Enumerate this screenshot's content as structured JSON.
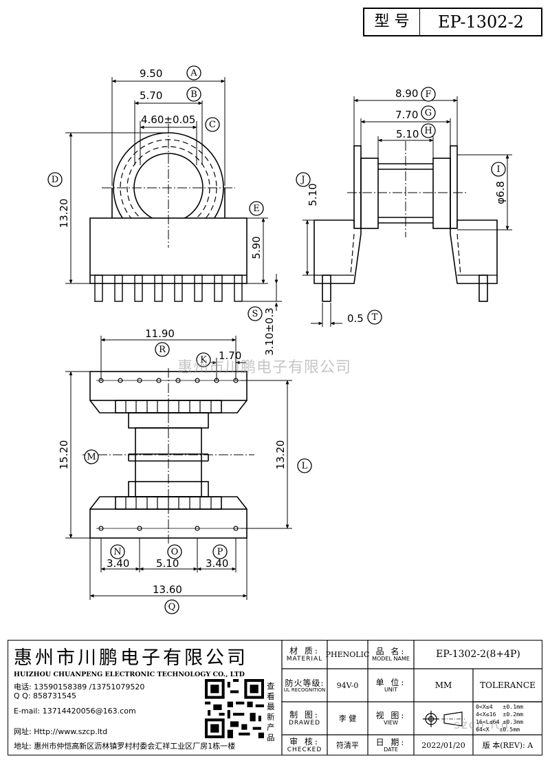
{
  "header": {
    "model_label": "型 号",
    "model_number": "EP-1302-2"
  },
  "dimensions": {
    "top_view": {
      "A": "9.50",
      "B": "5.70",
      "C": "4.60±0.05",
      "D": "13.20",
      "E": "5.90",
      "S": "3.10±0.3"
    },
    "side_view": {
      "F": "8.90",
      "G": "7.70",
      "H": "5.10",
      "J": "5.10",
      "I": "φ6.8",
      "T": "0.5"
    },
    "bottom_view": {
      "R": "11.90",
      "K": "1.70",
      "M": "15.20",
      "L": "13.20",
      "N": "3.40",
      "O": "5.10",
      "P": "3.40",
      "Q": "13.60"
    }
  },
  "labels": [
    "A",
    "B",
    "C",
    "D",
    "E",
    "F",
    "G",
    "H",
    "I",
    "J",
    "S",
    "T",
    "R",
    "K",
    "M",
    "L",
    "N",
    "O",
    "P",
    "Q"
  ],
  "watermark": "惠州市川鹏电子有限公司",
  "company": {
    "name_cn": "惠州市川鹏电子有限公司",
    "name_en": "HUIZHOU CHUANPENG ELECTRONIC TECHNOLOGY CO., LTD",
    "phone": "电话: 13590158389 /13751079520",
    "qq": "Q Q:  858731545",
    "email": "E-mail: 13714420056@163.com",
    "website": "网址: Http://www.szcp.ltd",
    "address": "地址: 惠州市仲恺高新区沥林镇罗村村委会汇祥工业区厂房1栋一楼",
    "qr_caption": "查看最新产品"
  },
  "table": {
    "material_label": "材 质:",
    "material_label_en": "MATERIAL",
    "material_value": "PHENOLIC",
    "product_name_label": "品 名:",
    "product_name_label_en": "MODEL NAME",
    "product_name_value": "EP-1302-2(8+4P)",
    "fire_label": "防火等级:",
    "fire_label_en": "UL RECOGNITION",
    "fire_value": "94V-0",
    "unit_label": "单 位:",
    "unit_label_en": "UNIT",
    "unit_value": "MM",
    "tolerance": "TOLERANCE",
    "drawn_label": "制 图:",
    "drawn_label_en": "DRAWED",
    "drawn_value": "李 健",
    "view_label": "视 图:",
    "view_label_en": "VIEW",
    "checked_label": "审 核:",
    "checked_label_en": "CHECKED",
    "checked_value": "符清平",
    "date_label": "日 期:",
    "date_label_en": "DATE",
    "date_value": "2022/01/20",
    "rev_label": "版 本(REV):",
    "rev_value": "A",
    "tolerance_rows": [
      "0<X≤4   ±0.1mm",
      "4<X≤16  ±0.2mm",
      "16<L≤64 ±0.3mm",
      "64<X   ±0.5mm"
    ],
    "view_watermark": "szcp.ltd"
  }
}
